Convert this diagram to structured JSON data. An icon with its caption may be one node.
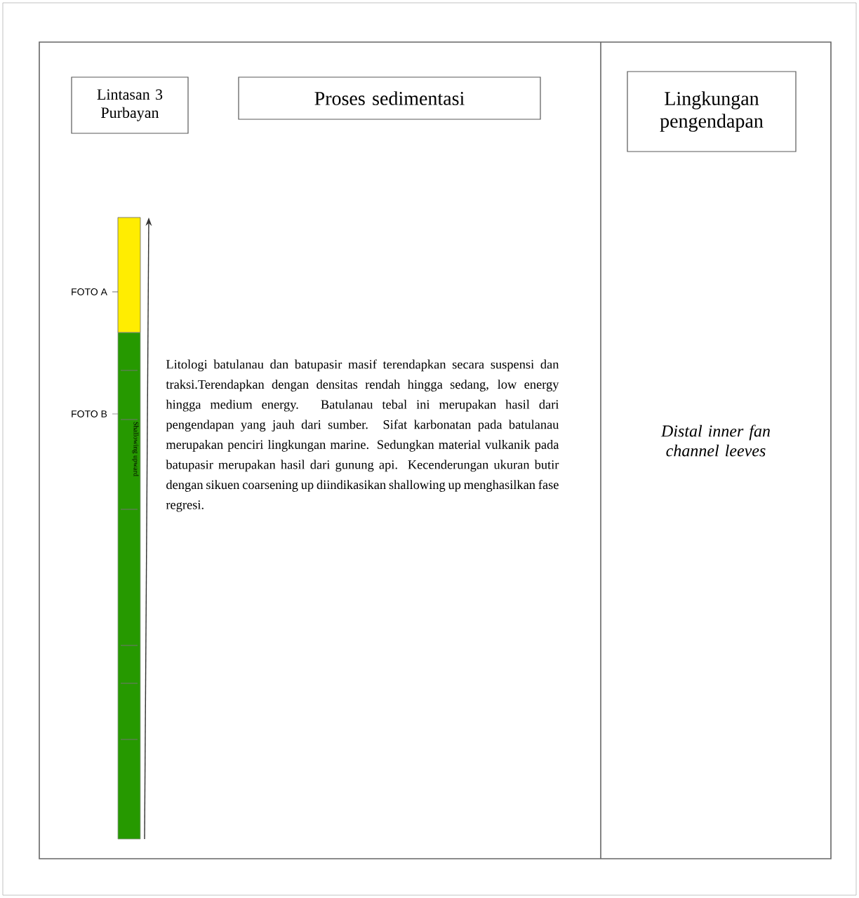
{
  "diagram": {
    "nodes": [
      {
        "text": [
          "Lintasan 3 Purbayan"
        ]
      },
      {
        "text": [
          "Proses sedimentasi"
        ]
      },
      {
        "text": [
          "Lingkungan pengendapan"
        ]
      }
    ],
    "labels": [
      "FOTO A",
      "FOTO B",
      "Shallowing upward",
      "Litologi batulanau dan batupasir masif terendapkan secara suspensi dan traksi.Terendapkan dengan densitas rendah hingga sedang, low energy hingga medium energy. Batulanau tebal ini merupakan hasil dari pengendapan yang jauh dari sumber. Sifat karbonatan pada batulanau merupakan penciri lingkungan marine. Sedungkan material vulkanik pada batupasir merupakan hasil dari gunung api. Kecenderungan ukuran butir dengan sikuen coarsening up diindikasikan shallowing up menghasilkan fase regresi.",
      "Distal inner fan channel leeves"
    ]
  }
}
